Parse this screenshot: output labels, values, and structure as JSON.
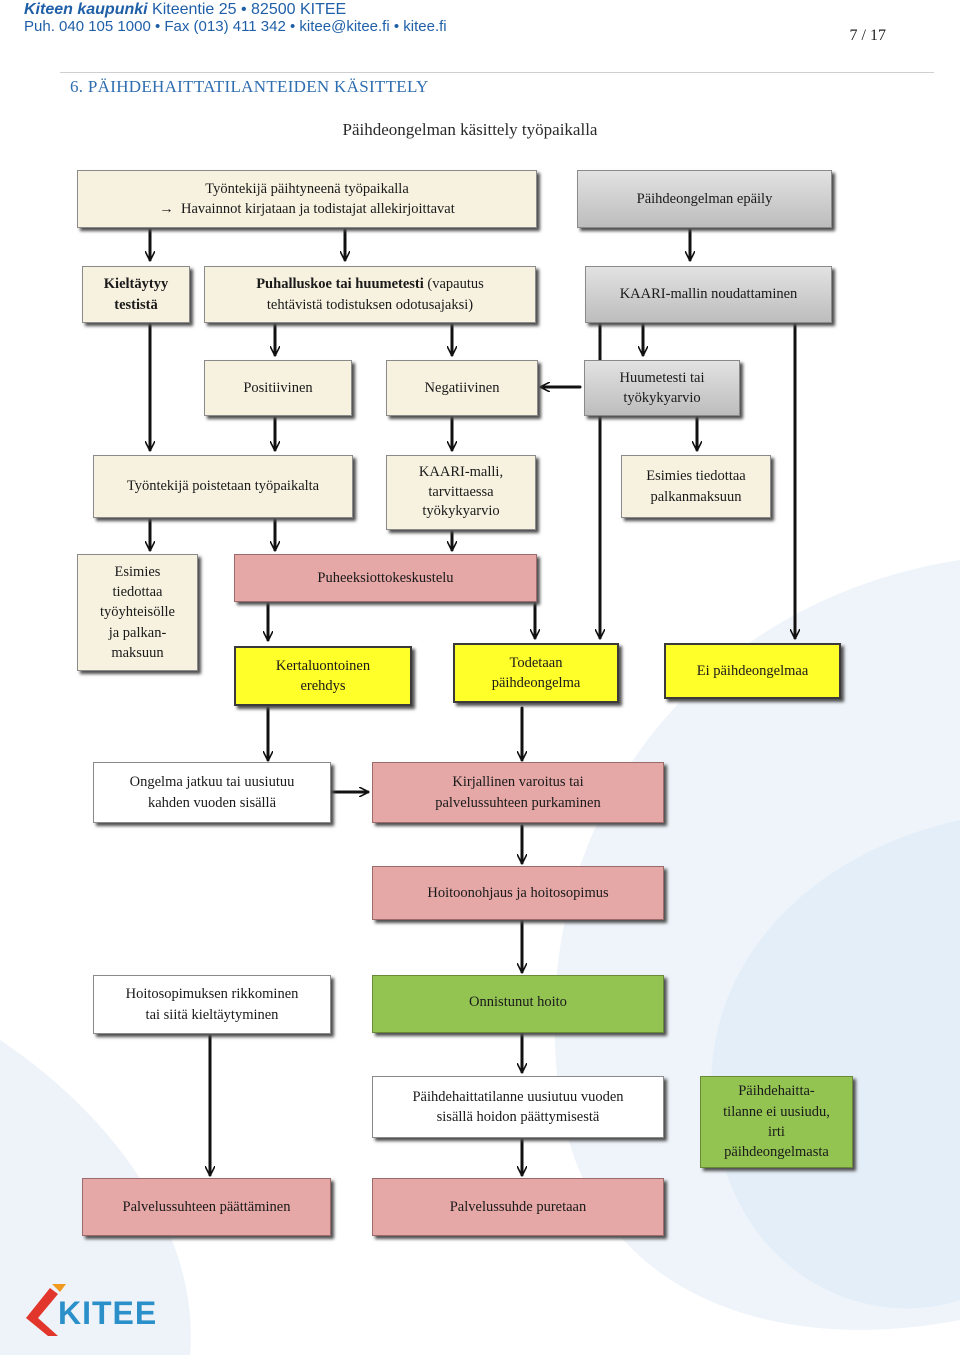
{
  "header": {
    "brand": "Kiteen kaupunki",
    "address": "Kiteentie 25 • 82500 KITEE",
    "contact": "Puh. 040 105 1000 • Fax (013) 411 342 • kitee@kitee.fi • kitee.fi",
    "page": "7 / 17"
  },
  "section_title": "6.   PÄIHDEHAITTATILANTEIDEN KÄSITTELY",
  "diagram_title": "Päihdeongelman käsittely työpaikalla",
  "boxes": {
    "b1": {
      "l1": "Työntekijä päihtyneenä työpaikalla",
      "l2": "Havainnot kirjataan ja todistajat allekirjoittavat",
      "arrow": "→"
    },
    "b2": {
      "l1": "Päihdeongelman epäily"
    },
    "b3": {
      "l1": "Kieltäytyy",
      "l2": "testistä"
    },
    "b4": {
      "l1a": "Puhalluskoe tai huumetesti",
      "l1b": " (vapautus",
      "l2": "tehtävistä todistuksen odotusajaksi)"
    },
    "b5": {
      "l1": "KAARI-mallin noudattaminen"
    },
    "b6": {
      "l1": "Positiivinen"
    },
    "b7": {
      "l1": "Negatiivinen"
    },
    "b8": {
      "l1": "Huumetesti tai",
      "l2": "työkykyarvio"
    },
    "b9": {
      "l1": "Työntekijä poistetaan työpaikalta"
    },
    "b10": {
      "l1": "KAARI-malli,",
      "l2": "tarvittaessa",
      "l3": "työkykyarvio"
    },
    "b11": {
      "l1": "Esimies tiedottaa",
      "l2": "palkanmaksuun"
    },
    "b12": {
      "l1": "Esimies",
      "l2": "tiedottaa",
      "l3": "työyhteisölle",
      "l4": "ja palkan-",
      "l5": "maksuun"
    },
    "b13": {
      "l1": "Puheeksiottokeskustelu"
    },
    "b14": {
      "l1": "Kertaluontoinen",
      "l2": "erehdys"
    },
    "b15": {
      "l1": "Todetaan",
      "l2": "päihdeongelma"
    },
    "b16": {
      "l1": "Ei päihdeongelmaa"
    },
    "b17": {
      "l1": "Ongelma jatkuu tai uusiutuu",
      "l2": "kahden vuoden sisällä"
    },
    "b18": {
      "l1": "Kirjallinen varoitus tai",
      "l2": "palvelussuhteen purkaminen"
    },
    "b19": {
      "l1": "Hoitoonohjaus ja hoitosopimus"
    },
    "b20": {
      "l1": "Hoitosopimuksen rikkominen",
      "l2": "tai siitä kieltäytyminen"
    },
    "b21": {
      "l1": "Onnistunut hoito"
    },
    "b22": {
      "l1": "Päihdehaittatilanne uusiutuu vuoden",
      "l2": "sisällä hoidon päättymisestä"
    },
    "b23": {
      "l1": "Päihdehaitta-",
      "l2": "tilanne ei uusiudu,",
      "l3": "irti",
      "l4": "päihdeongelmasta"
    },
    "b24": {
      "l1": "Palvelussuhteen päättäminen"
    },
    "b25": {
      "l1": "Palvelussuhde puretaan"
    }
  },
  "footer": {
    "logo_text": "KITEE"
  },
  "colors": {
    "cream": "#f7f2e0",
    "grey": "#c8c8c8",
    "pink": "#e6a7a7",
    "yellow": "#ffff2a",
    "green": "#93c452",
    "brand_blue": "#1f5fa8"
  }
}
